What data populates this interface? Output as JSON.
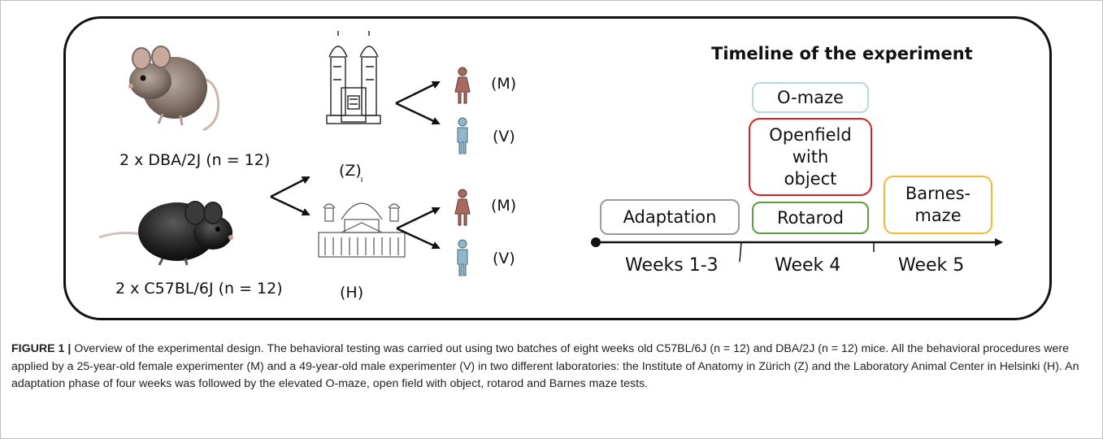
{
  "figure": {
    "strains": [
      {
        "label": "2 x DBA/2J (n = 12)",
        "color": "#8a7a70"
      },
      {
        "label": "2 x C57BL/6J  (n = 12)",
        "color": "#2b2b2b"
      }
    ],
    "sites": [
      {
        "code": "(Z)",
        "icon": "zurich-church-icon"
      },
      {
        "code": "(H)",
        "icon": "helsinki-cathedral-icon"
      }
    ],
    "experimenters": [
      {
        "code": "(M)",
        "icon": "female-person-icon",
        "color": "#a86a5e"
      },
      {
        "code": "(V)",
        "icon": "male-person-icon",
        "color": "#8fb8cc"
      }
    ]
  },
  "timeline": {
    "title": "Timeline of the experiment",
    "boxes": {
      "adaptation": {
        "label": "Adaptation",
        "color": "#9a9a9a"
      },
      "omaze": {
        "label": "O-maze",
        "color": "#b9d6dc"
      },
      "openfield": {
        "label_lines": [
          "Openfield",
          "with",
          "object"
        ],
        "color": "#d42020"
      },
      "rotarod": {
        "label": "Rotarod",
        "color": "#5e9e3e"
      },
      "barnes": {
        "label_lines": [
          "Barnes-",
          "maze"
        ],
        "color": "#f2b830"
      }
    },
    "weeks": [
      "Weeks 1-3",
      "Week 4",
      "Week 5"
    ]
  },
  "caption": {
    "label": "FIGURE 1 |",
    "text": " Overview of the experimental design. The behavioral testing was carried out using two batches of eight weeks old C57BL/6J (n = 12) and DBA/2J (n = 12) mice. All the behavioral procedures were applied by a 25-year-old female experimenter (M) and a 49-year-old male experimenter (V) in two different laboratories: the Institute of Anatomy in Zürich (Z) and the Laboratory Animal Center in Helsinki (H). An adaptation phase of four weeks was followed by the elevated O-maze, open field with object, rotarod and Barnes maze tests."
  }
}
